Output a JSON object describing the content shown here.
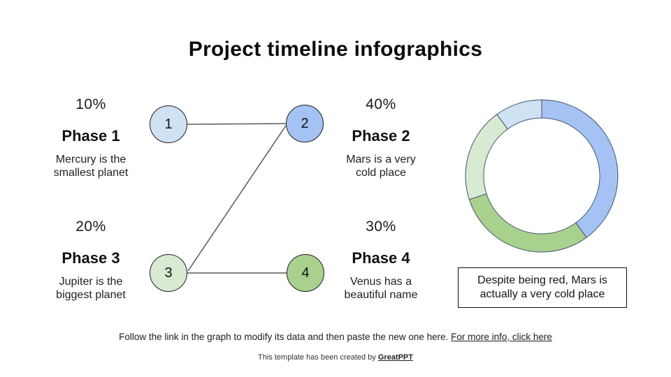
{
  "slide": {
    "title": "Project timeline infographics"
  },
  "phases": [
    {
      "node_label": "1",
      "percent": "10%",
      "name": "Phase 1",
      "desc": "Mercury is the smallest planet",
      "node_color": "#cfe2f3"
    },
    {
      "node_label": "2",
      "percent": "40%",
      "name": "Phase 2",
      "desc": "Mars is a very cold place",
      "node_color": "#a4c2f4"
    },
    {
      "node_label": "3",
      "percent": "20%",
      "name": "Phase 3",
      "desc": "Jupiter is the biggest planet",
      "node_color": "#d9ead3"
    },
    {
      "node_label": "4",
      "percent": "30%",
      "name": "Phase 4",
      "desc": "Venus has a beautiful name",
      "node_color": "#a9d18e"
    }
  ],
  "chart_data": {
    "type": "pie",
    "subtype": "donut",
    "labels": [
      "Phase 2",
      "Phase 4",
      "Phase 3",
      "Phase 1"
    ],
    "values": [
      40,
      30,
      20,
      10
    ],
    "colors": [
      "#a4c2f4",
      "#a9d18e",
      "#d9ead3",
      "#cfe2f3"
    ],
    "stroke_color": "#44546a",
    "start_angle_deg": 0,
    "direction": "clockwise",
    "inner_radius_ratio": 0.76,
    "legend": "none",
    "title": ""
  },
  "caption": {
    "text": "Despite being red, Mars is actually a very cold place"
  },
  "footer": {
    "note": "Follow the link in the graph to modify its data and then paste the new one here. ",
    "link": "For more info, click here",
    "credit_prefix": "This template has been created by ",
    "credit_link": "GreatPPT"
  },
  "connector": {
    "line_color": "#595959"
  }
}
